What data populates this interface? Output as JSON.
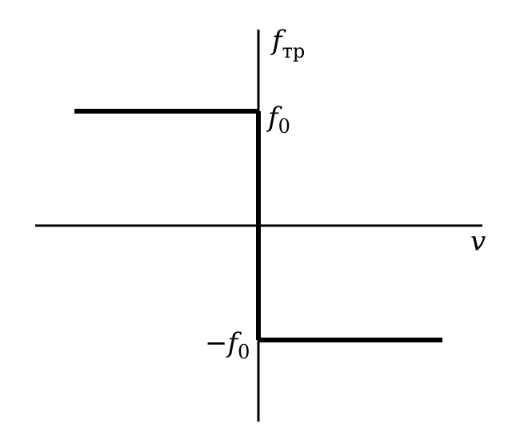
{
  "axes": {
    "y_label": {
      "main": "f",
      "sub": "тр"
    },
    "x_label": "v"
  },
  "ticks": {
    "upper": {
      "main": "f",
      "sub": "0"
    },
    "lower": {
      "prefix": "−",
      "main": "f",
      "sub": "0"
    }
  },
  "colors": {
    "ink": "#000000",
    "background": "#ffffff"
  }
}
